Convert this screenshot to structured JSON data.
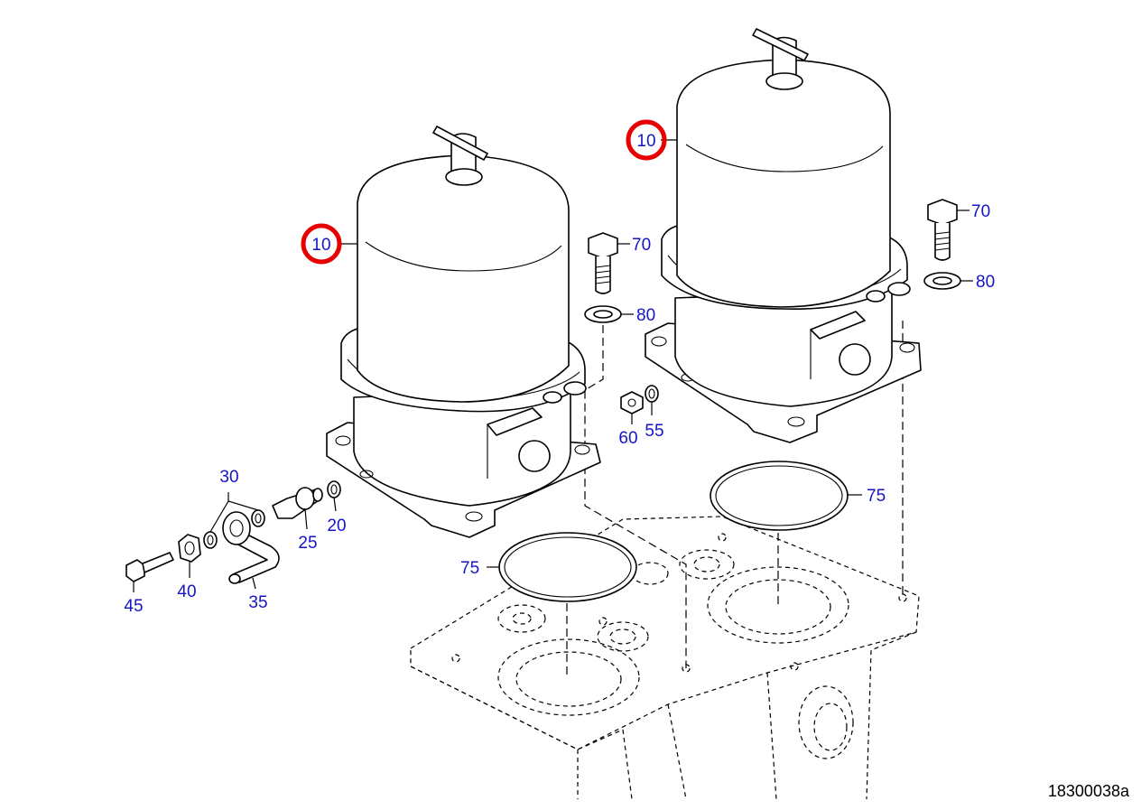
{
  "highlight_color": "#e60000",
  "callout_color": "#1515c8",
  "figure_number": "18300038a",
  "callouts": {
    "filter_left": "10",
    "filter_right": "10",
    "bolt_left": "70",
    "bolt_right": "70",
    "washer_left": "80",
    "washer_right": "80",
    "oring_left": "75",
    "oring_right": "75",
    "plug": "60",
    "plug_seal": "55",
    "seal_20": "20",
    "nipple": "25",
    "seals_30": "30",
    "banjo_pipe": "35",
    "nut": "40",
    "screw": "45"
  }
}
